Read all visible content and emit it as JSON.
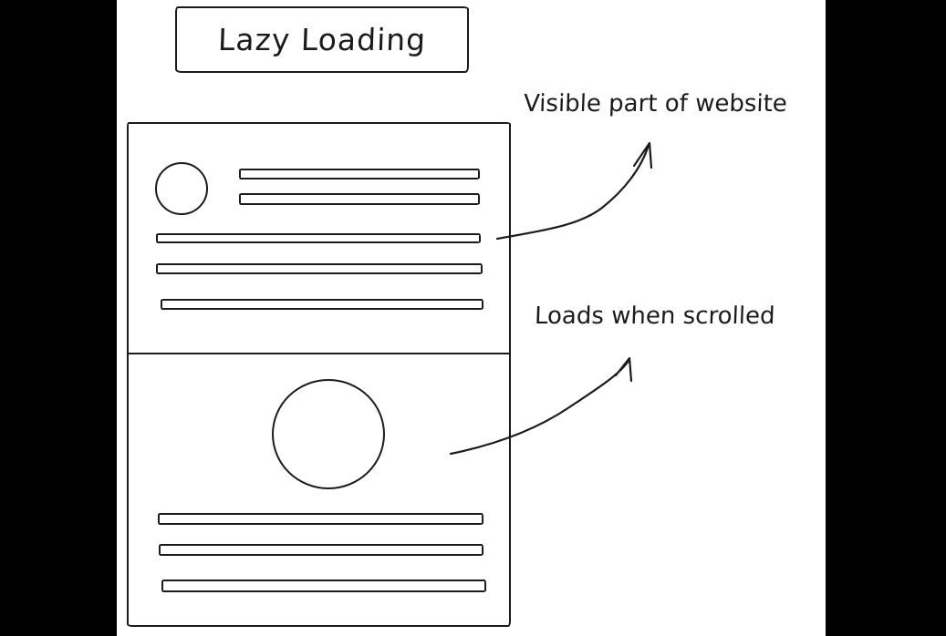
{
  "title": "Lazy Loading",
  "annotations": {
    "visible_part": "Visible part of website",
    "loads_when_scrolled": "Loads when scrolled"
  },
  "colors": {
    "ink": "#1b1b1b",
    "canvas_background": "#ffffff",
    "outer_background": "#000000"
  },
  "wireframe": {
    "sections": [
      {
        "name": "visible-section",
        "annotation": "Visible part of website",
        "placeholders": {
          "avatar_circle": 1,
          "short_text_lines": 2,
          "full_text_lines": 3
        }
      },
      {
        "name": "lazy-section",
        "annotation": "Loads when scrolled",
        "placeholders": {
          "image_circle": 1,
          "full_text_lines": 3
        }
      }
    ]
  }
}
